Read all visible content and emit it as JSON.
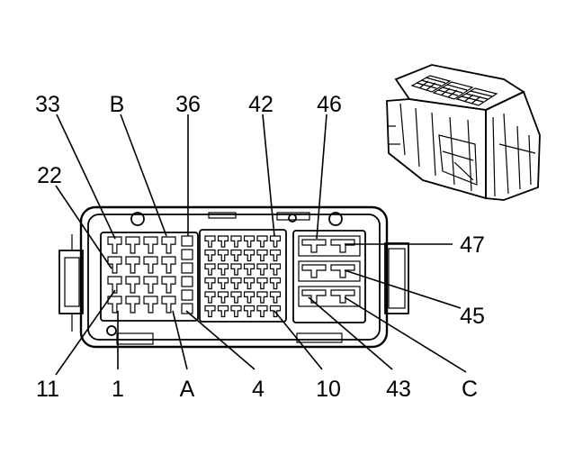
{
  "labels": {
    "top": [
      "33",
      "B",
      "36",
      "42",
      "46"
    ],
    "left": [
      "22"
    ],
    "right": [
      "47",
      "45"
    ],
    "bottom": [
      "11",
      "1",
      "A",
      "4",
      "10",
      "43",
      "C"
    ]
  }
}
